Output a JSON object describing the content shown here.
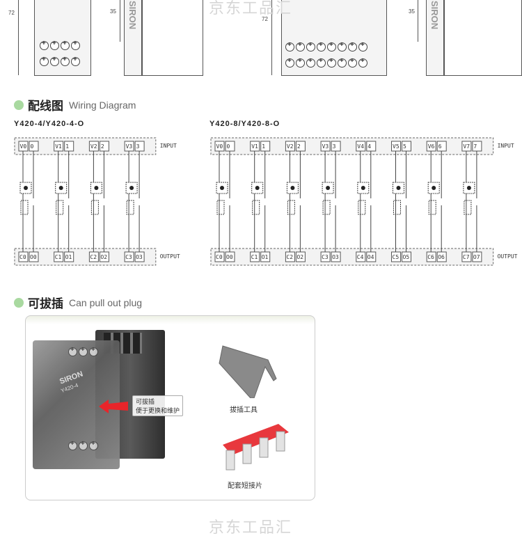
{
  "watermark": "京东工品汇",
  "dimensions": {
    "height": "72",
    "rail": "35",
    "brand": "SIRON"
  },
  "wiring": {
    "title": "配线图",
    "title_en": "Wiring Diagram",
    "input_label": "INPUT",
    "output_label": "OUTPUT",
    "diagrams": [
      {
        "model": "Y420-4/Y420-4-O",
        "inputs": [
          [
            "V0",
            "0"
          ],
          [
            "V1",
            "1"
          ],
          [
            "V2",
            "2"
          ],
          [
            "V3",
            "3"
          ]
        ],
        "outputs": [
          [
            "C0",
            "O0"
          ],
          [
            "C1",
            "O1"
          ],
          [
            "C2",
            "O2"
          ],
          [
            "C3",
            "O3"
          ]
        ]
      },
      {
        "model": "Y420-8/Y420-8-O",
        "inputs": [
          [
            "V0",
            "0"
          ],
          [
            "V1",
            "1"
          ],
          [
            "V2",
            "2"
          ],
          [
            "V3",
            "3"
          ],
          [
            "V4",
            "4"
          ],
          [
            "V5",
            "5"
          ],
          [
            "V6",
            "6"
          ],
          [
            "V7",
            "7"
          ]
        ],
        "outputs": [
          [
            "C0",
            "O0"
          ],
          [
            "C1",
            "O1"
          ],
          [
            "C2",
            "O2"
          ],
          [
            "C3",
            "O3"
          ],
          [
            "C4",
            "O4"
          ],
          [
            "C5",
            "O5"
          ],
          [
            "C6",
            "O6"
          ],
          [
            "C7",
            "O7"
          ]
        ]
      }
    ]
  },
  "plug": {
    "title": "可拔插",
    "title_en": "Can pull out plug",
    "callout_line1": "可拔插",
    "callout_line2": "便于更换和维护",
    "tool_caption": "拔插工具",
    "jumper_caption": "配套短接片",
    "device_label": "SIRON",
    "device_model": "Y420-4"
  },
  "colors": {
    "accent": "#a9d9a0",
    "jumper": "#e8383d",
    "arrow": "#e8252a"
  }
}
